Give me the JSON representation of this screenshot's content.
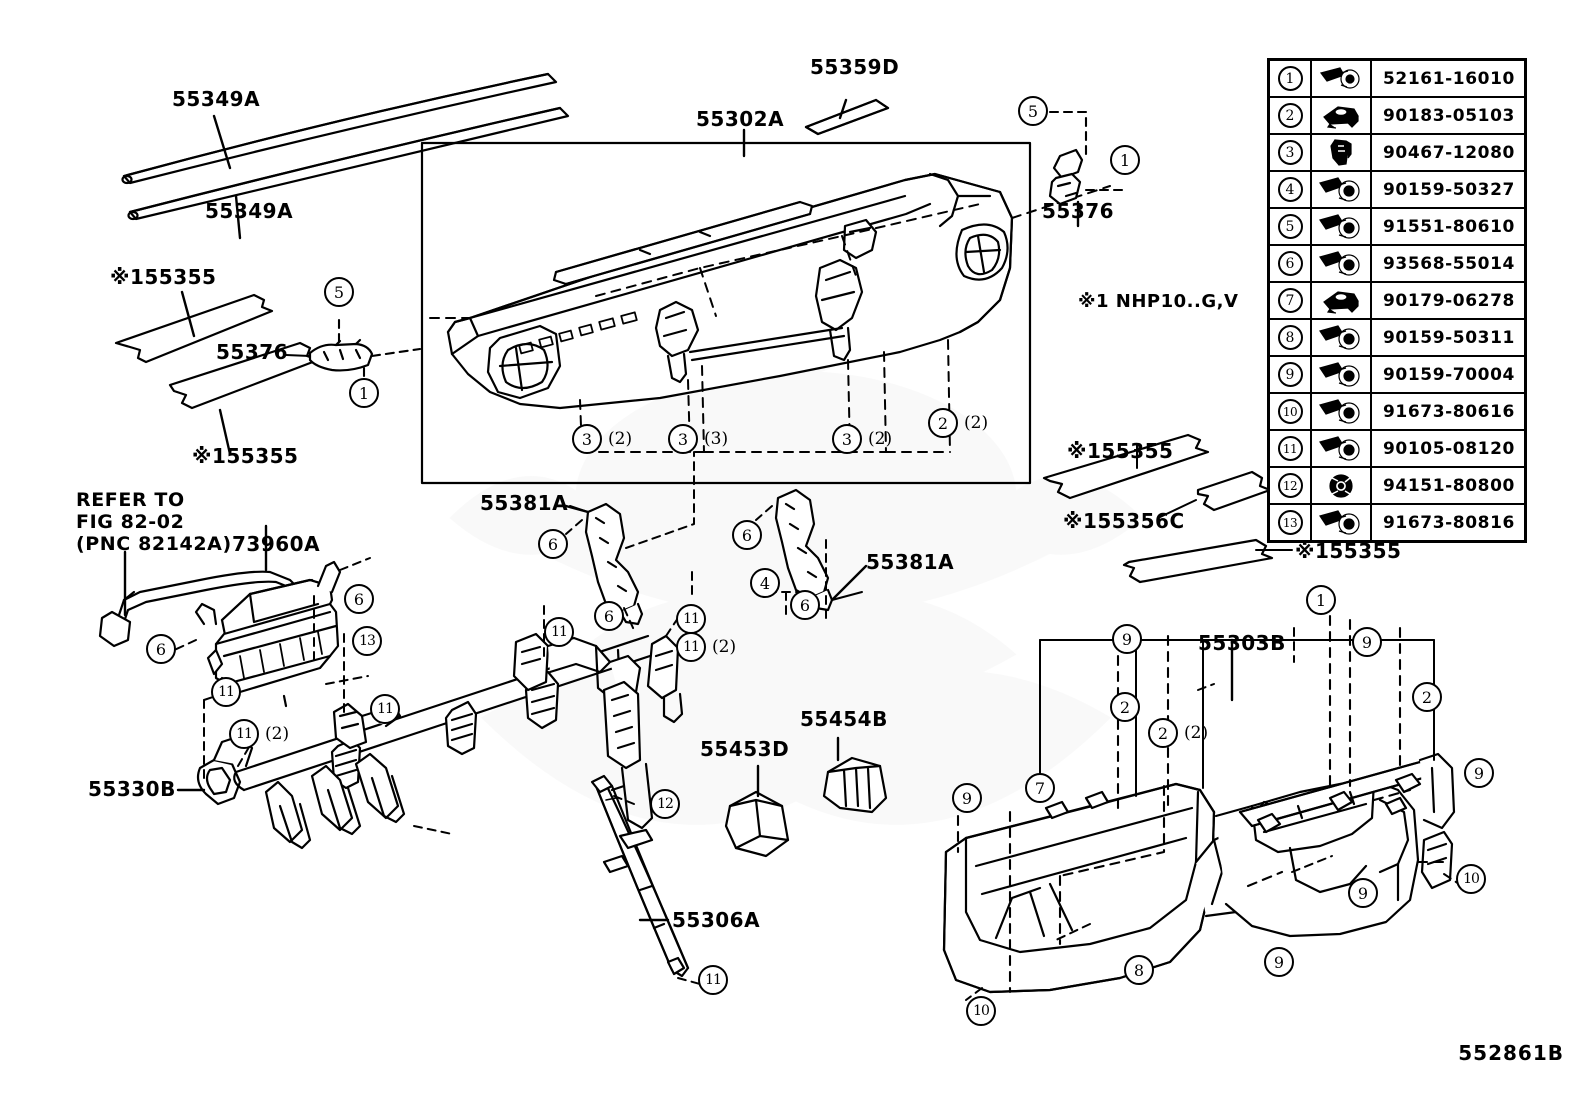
{
  "figure": {
    "id": "552861B",
    "note_mark": "※1 NHP10..G,V",
    "refer_line1": "REFER TO",
    "refer_line2": "FIG 82-02",
    "refer_line3": "(PNC 82142A)"
  },
  "labels": {
    "l55349A_top": "55349A",
    "l55349A_bottom": "55349A",
    "l155355_a": "※155355",
    "l155355_b": "※155355",
    "l55376_left": "55376",
    "l55302A": "55302A",
    "l55359D": "55359D",
    "l55376_right": "55376",
    "l155355_right_upper": "※155355",
    "l155356C": "※155356C",
    "l155355_right_lower": "※155355",
    "l73960A": "73960A",
    "l55381A_left": "55381A",
    "l55381A_right": "55381A",
    "l55330B": "55330B",
    "l55453D": "55453D",
    "l55454B": "55454B",
    "l55306A": "55306A",
    "l55303B": "55303B"
  },
  "callouts": [
    {
      "id": "c-5-top",
      "n": "5",
      "qty": ""
    },
    {
      "id": "c-1-top",
      "n": "1",
      "qty": ""
    },
    {
      "id": "c-5-left",
      "n": "5",
      "qty": ""
    },
    {
      "id": "c-1-left",
      "n": "1",
      "qty": ""
    },
    {
      "id": "c-3-a",
      "n": "3",
      "qty": "(2)"
    },
    {
      "id": "c-3-b",
      "n": "3",
      "qty": "(3)"
    },
    {
      "id": "c-3-c",
      "n": "3",
      "qty": "(2)"
    },
    {
      "id": "c-2-a",
      "n": "2",
      "qty": "(2)"
    },
    {
      "id": "c-6-l1",
      "n": "6",
      "qty": ""
    },
    {
      "id": "c-6-l2",
      "n": "6",
      "qty": ""
    },
    {
      "id": "c-6-r1",
      "n": "6",
      "qty": ""
    },
    {
      "id": "c-4-r",
      "n": "4",
      "qty": ""
    },
    {
      "id": "c-6-r2",
      "n": "6",
      "qty": ""
    },
    {
      "id": "c-11-mid",
      "n": "11",
      "qty": ""
    },
    {
      "id": "c-11-mid2",
      "n": "11",
      "qty": "(2)"
    },
    {
      "id": "c-6-ab1",
      "n": "6",
      "qty": ""
    },
    {
      "id": "c-6-ab2",
      "n": "6",
      "qty": ""
    },
    {
      "id": "c-13-ab",
      "n": "13",
      "qty": ""
    },
    {
      "id": "c-11-bl",
      "n": "11",
      "qty": ""
    },
    {
      "id": "c-11-bl2",
      "n": "11",
      "qty": "(2)"
    },
    {
      "id": "c-11-beam",
      "n": "11",
      "qty": ""
    },
    {
      "id": "c-11-cen",
      "n": "11",
      "qty": ""
    },
    {
      "id": "c-12",
      "n": "12",
      "qty": ""
    },
    {
      "id": "c-11-bot",
      "n": "11",
      "qty": ""
    },
    {
      "id": "c-9-a",
      "n": "9",
      "qty": ""
    },
    {
      "id": "c-9-b",
      "n": "9",
      "qty": ""
    },
    {
      "id": "c-1-r",
      "n": "1",
      "qty": ""
    },
    {
      "id": "c-2-r1",
      "n": "2",
      "qty": ""
    },
    {
      "id": "c-2-r2",
      "n": "2",
      "qty": "(2)"
    },
    {
      "id": "c-2-r3",
      "n": "2",
      "qty": ""
    },
    {
      "id": "c-7",
      "n": "7",
      "qty": ""
    },
    {
      "id": "c-9-c",
      "n": "9",
      "qty": ""
    },
    {
      "id": "c-9-d",
      "n": "9",
      "qty": ""
    },
    {
      "id": "c-9-e",
      "n": "9",
      "qty": ""
    },
    {
      "id": "c-9-f",
      "n": "9",
      "qty": ""
    },
    {
      "id": "c-8",
      "n": "8",
      "qty": ""
    },
    {
      "id": "c-10-a",
      "n": "10",
      "qty": ""
    },
    {
      "id": "c-10-b",
      "n": "10",
      "qty": ""
    }
  ],
  "parts_table": {
    "rows": [
      {
        "num": "1",
        "icon": "screw-icon",
        "part_number": "52161-16010"
      },
      {
        "num": "2",
        "icon": "clip-nut-icon",
        "part_number": "90183-05103"
      },
      {
        "num": "3",
        "icon": "clip-icon",
        "part_number": "90467-12080"
      },
      {
        "num": "4",
        "icon": "bolt-icon",
        "part_number": "90159-50327"
      },
      {
        "num": "5",
        "icon": "bolt-icon",
        "part_number": "91551-80610"
      },
      {
        "num": "6",
        "icon": "bolt-icon",
        "part_number": "93568-55014"
      },
      {
        "num": "7",
        "icon": "clip-nut-icon",
        "part_number": "90179-06278"
      },
      {
        "num": "8",
        "icon": "bolt-icon",
        "part_number": "90159-50311"
      },
      {
        "num": "9",
        "icon": "bolt-icon",
        "part_number": "90159-70004"
      },
      {
        "num": "10",
        "icon": "bolt-icon",
        "part_number": "91673-80616"
      },
      {
        "num": "11",
        "icon": "bolt-icon",
        "part_number": "90105-08120"
      },
      {
        "num": "12",
        "icon": "nut-icon",
        "part_number": "94151-80800"
      },
      {
        "num": "13",
        "icon": "bolt-icon",
        "part_number": "91673-80816"
      }
    ]
  }
}
